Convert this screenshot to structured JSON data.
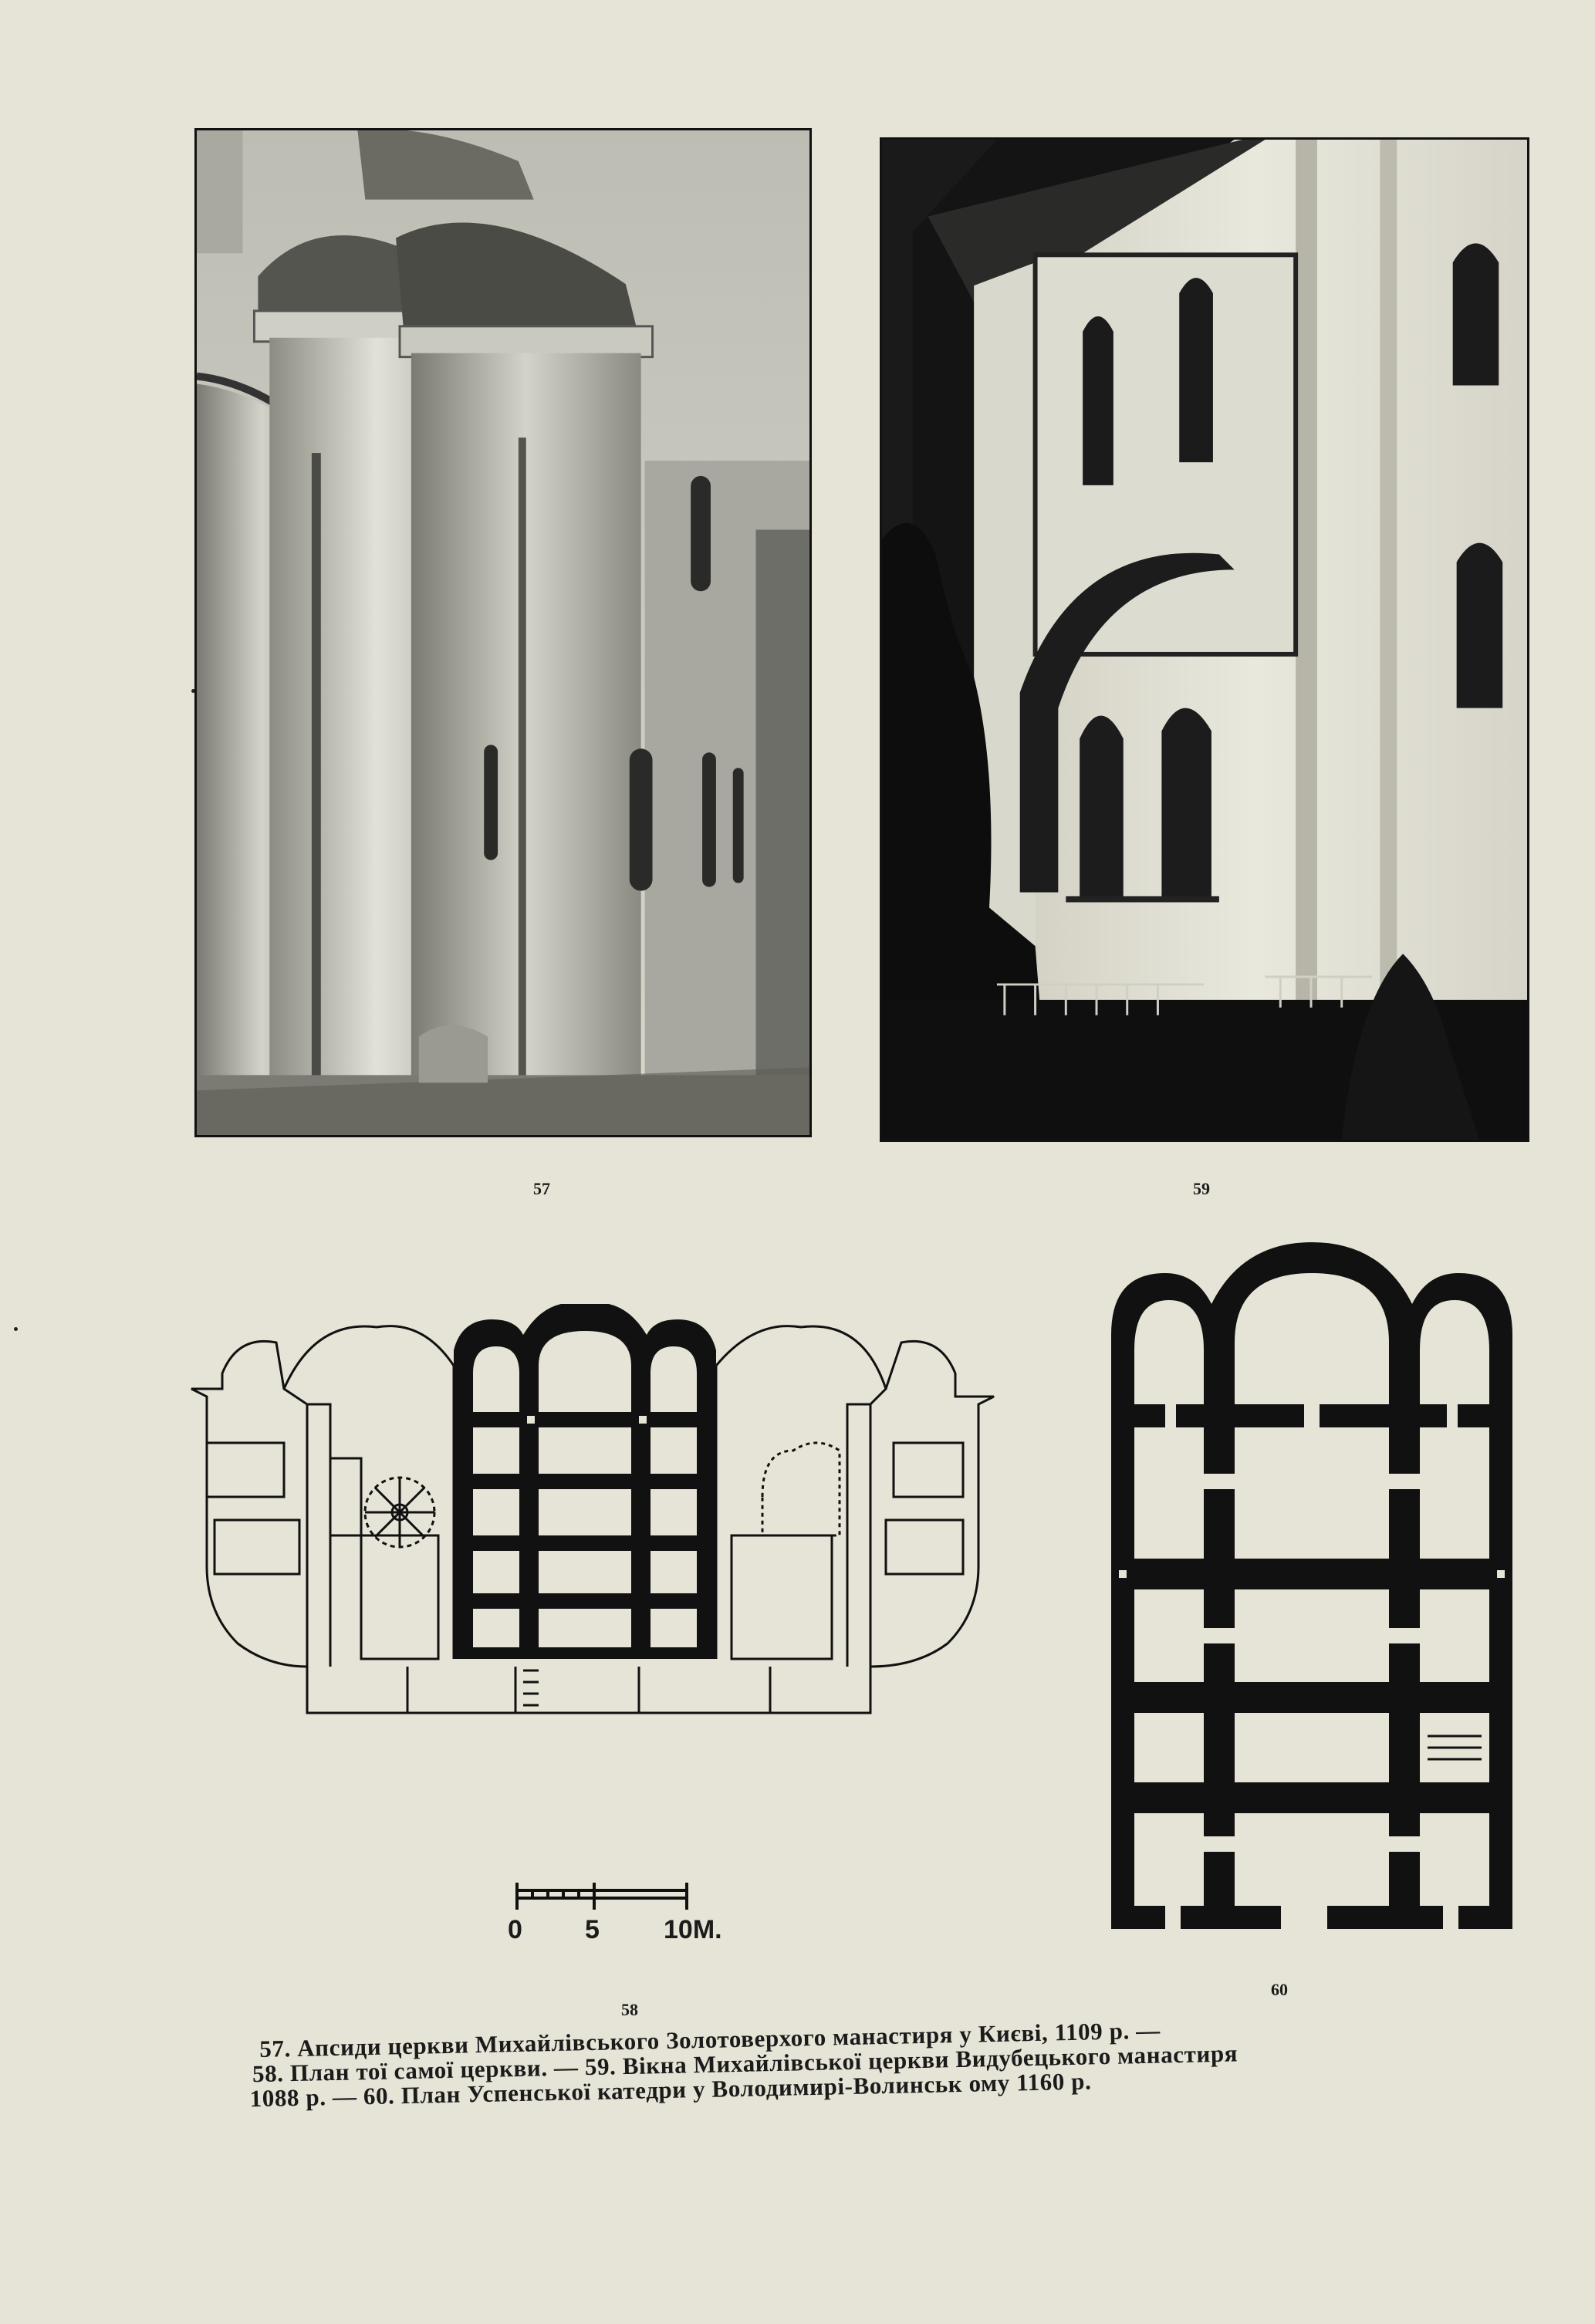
{
  "figures": {
    "fig57": {
      "number": "57"
    },
    "fig59": {
      "number": "59"
    },
    "fig58": {
      "number": "58"
    },
    "fig60": {
      "number": "60"
    }
  },
  "scale_bar": {
    "label_0": "0",
    "label_5": "5",
    "label_10": "10М."
  },
  "caption": {
    "line1": "57. Апсиди церкви Михайлівського Золотоверхого манастиря у Києві, 1109 р. —",
    "line2": "58. План тої самої церкви. — 59. Вікна Михайлівської церкви Видубецького манастиря",
    "line3": "1088 р. — 60. План Успенської катедри у Володимирі-Волинськ ому 1160 р."
  },
  "colors": {
    "paper": "#e6e4d6",
    "ink": "#111111"
  }
}
